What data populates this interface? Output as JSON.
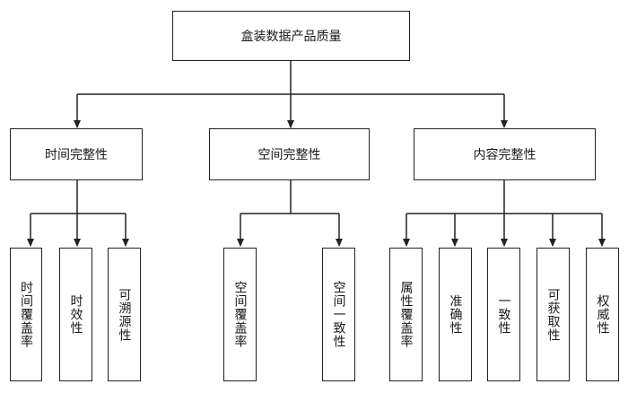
{
  "root": {
    "label": "盒装数据产品质量"
  },
  "categories": [
    {
      "label": "时间完整性",
      "children": [
        "时间覆盖率",
        "时效性",
        "可溯源性"
      ]
    },
    {
      "label": "空间完整性",
      "children": [
        "空间覆盖率",
        "空间一致性"
      ]
    },
    {
      "label": "内容完整性",
      "children": [
        "属性覆盖率",
        "准确性",
        "一致性",
        "可获取性",
        "权威性"
      ]
    }
  ],
  "colors": {
    "line": "#222222",
    "box_border": "#222222",
    "background": "#ffffff"
  }
}
